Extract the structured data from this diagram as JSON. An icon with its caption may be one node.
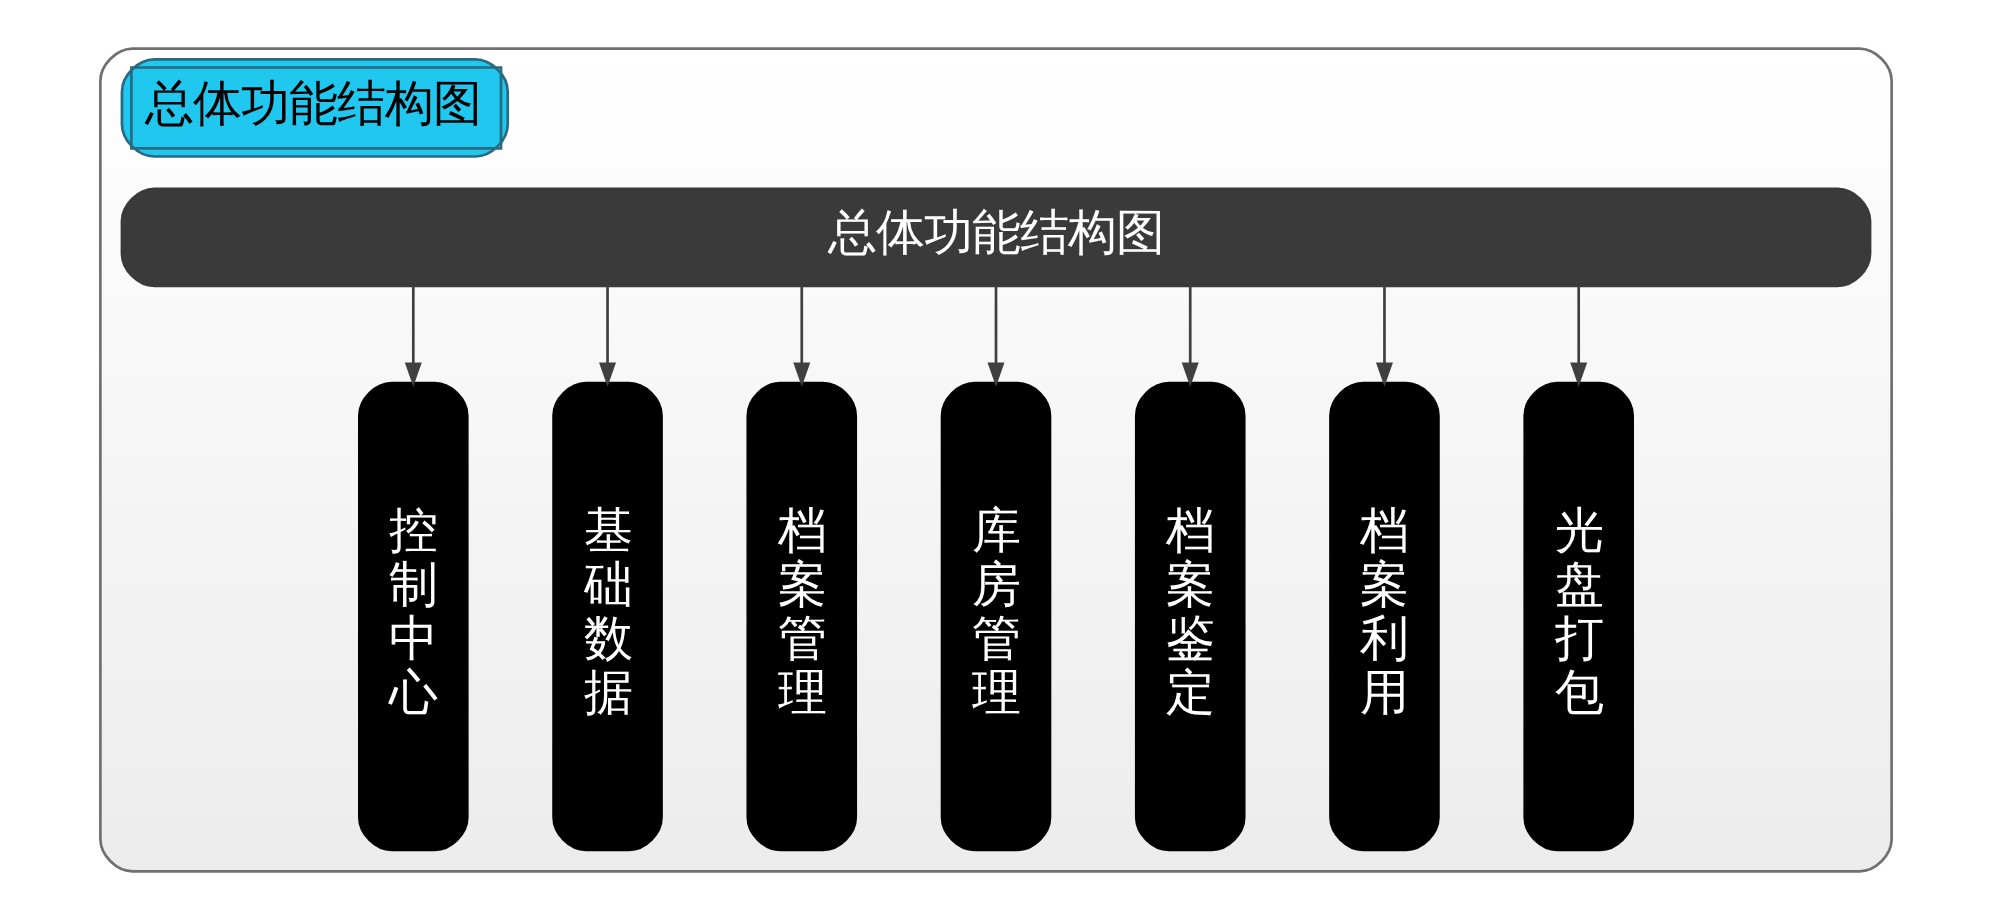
{
  "diagram": {
    "nodes": [
      {
        "text": [
          "总体功能结构图"
        ]
      },
      {
        "text": [
          "总体功能结构图"
        ],
        "in": 0
      },
      {
        "text": [
          "控制中心"
        ],
        "in": 0
      },
      {
        "text": [
          "基础数据"
        ],
        "in": 0
      },
      {
        "text": [
          "档案管理"
        ],
        "in": 0
      },
      {
        "text": [
          "库房管理"
        ],
        "in": 0
      },
      {
        "text": [
          "档案鉴定"
        ],
        "in": 0
      },
      {
        "text": [
          "档案利用"
        ],
        "in": 0
      },
      {
        "text": [
          "光盘打包"
        ],
        "in": 0
      }
    ],
    "edges": [
      {
        "from": 1,
        "to": 2,
        "arrow": "to"
      },
      {
        "from": 1,
        "to": 3,
        "arrow": "to"
      },
      {
        "from": 1,
        "to": 4,
        "arrow": "to"
      },
      {
        "from": 1,
        "to": 5,
        "arrow": "to"
      },
      {
        "from": 1,
        "to": 6,
        "arrow": "to"
      },
      {
        "from": 1,
        "to": 7,
        "arrow": "to"
      },
      {
        "from": 1,
        "to": 8,
        "arrow": "to"
      }
    ]
  }
}
